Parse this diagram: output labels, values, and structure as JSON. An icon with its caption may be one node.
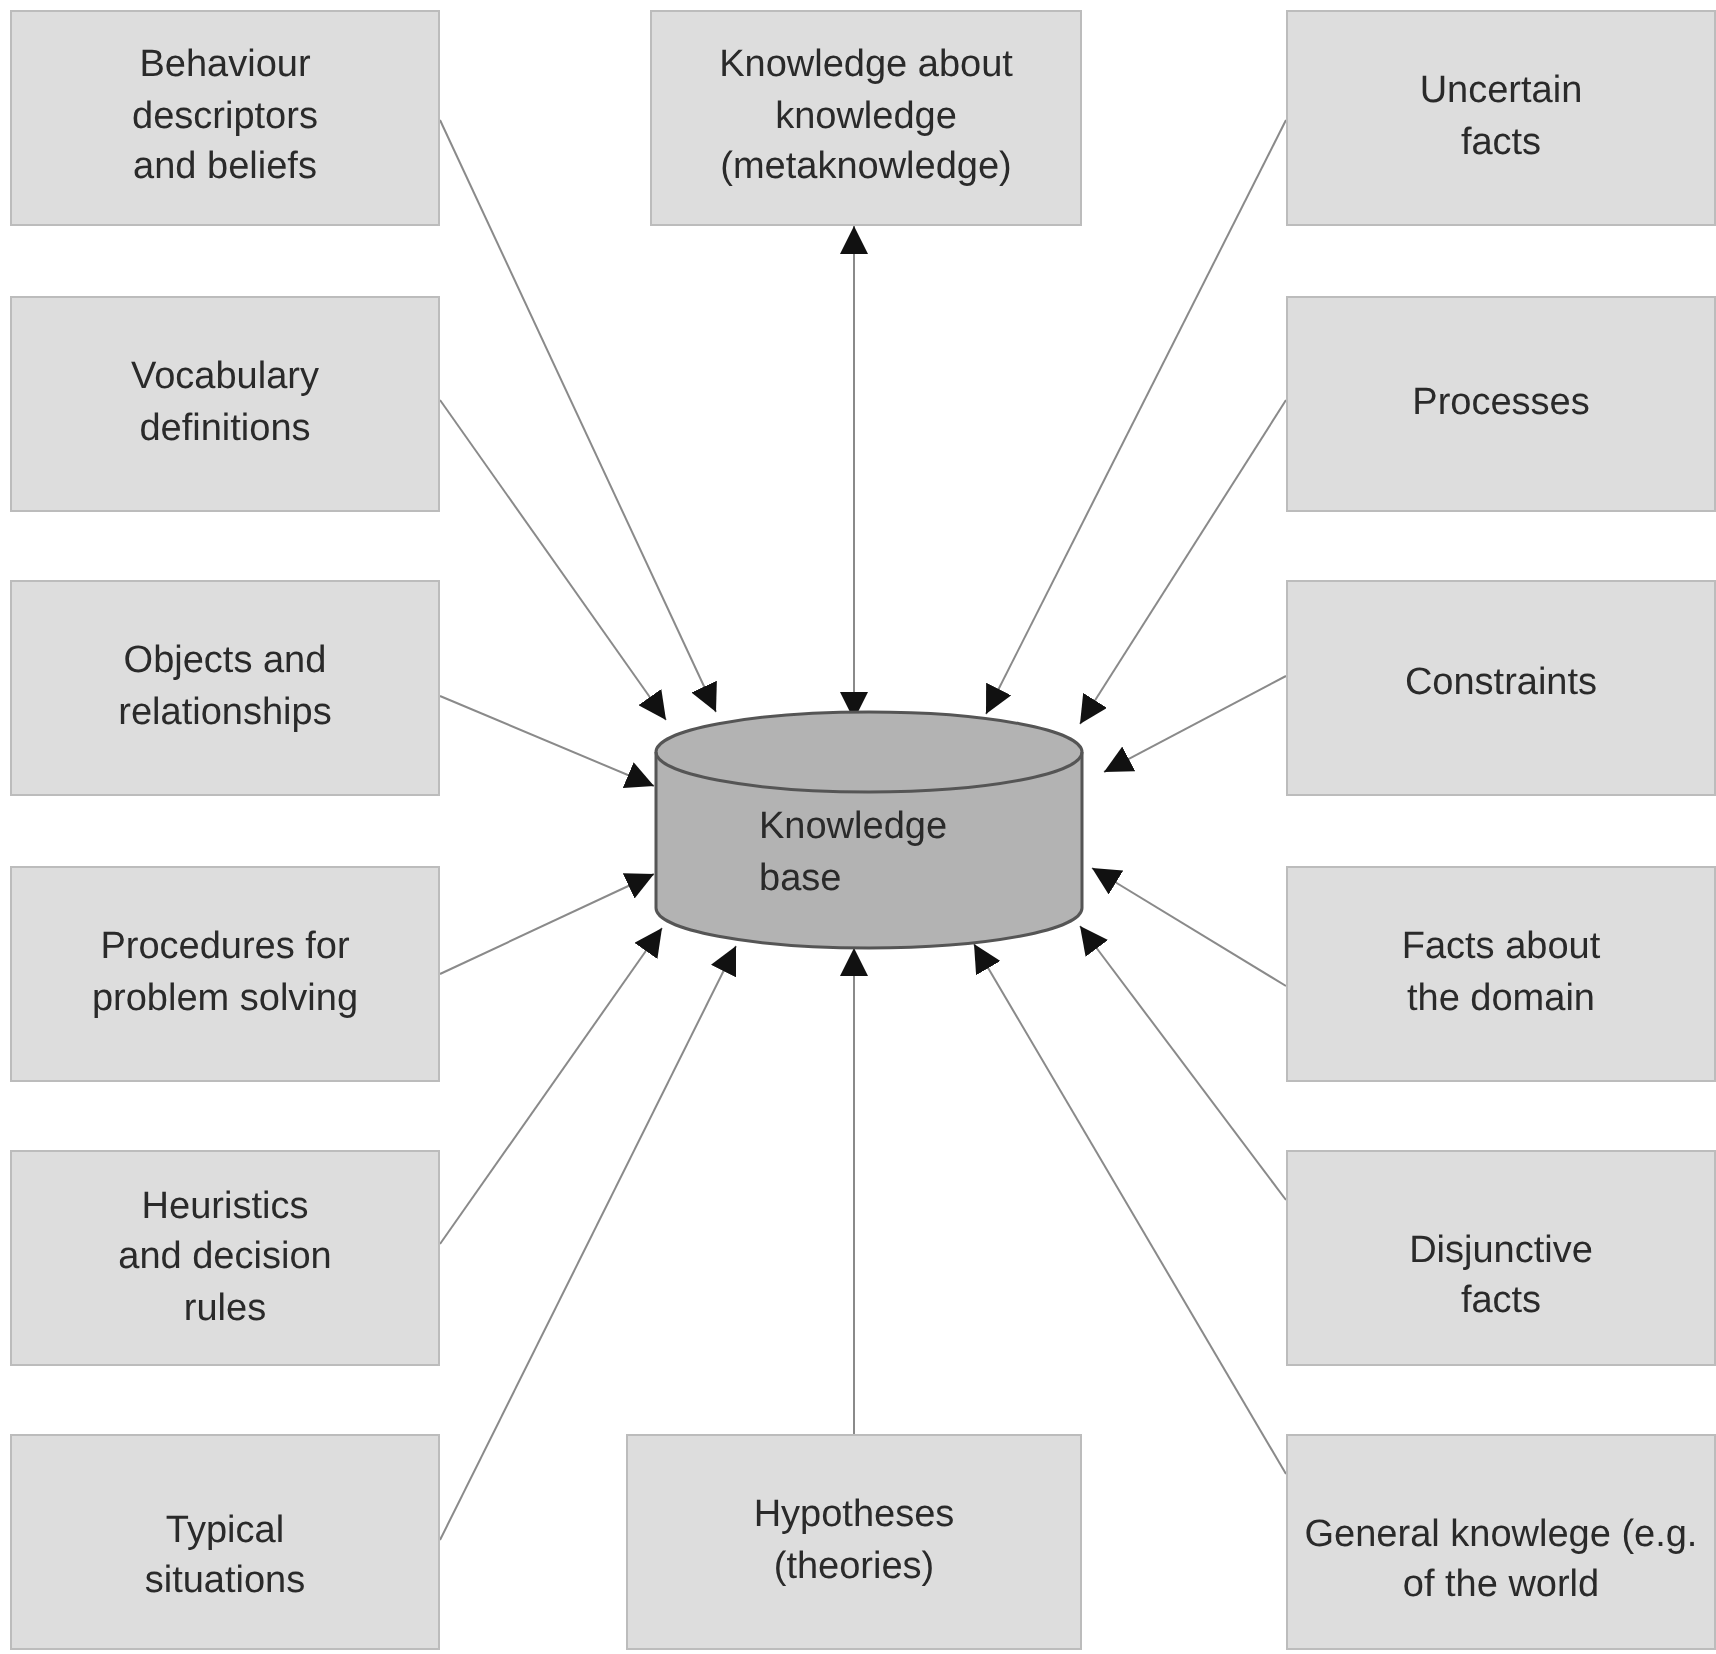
{
  "diagram": {
    "nodes": [
      {
        "text": [
          "Behaviour descriptors and beliefs"
        ]
      },
      {
        "text": [
          "Knowledge about knowledge (metaknowledge)"
        ]
      },
      {
        "text": [
          "Uncertain facts"
        ]
      },
      {
        "text": [
          "Vocabulary definitions"
        ]
      },
      {
        "text": [
          "Processes"
        ]
      },
      {
        "text": [
          "Objects and relationships"
        ]
      },
      {
        "text": [
          "Knowledge base"
        ]
      },
      {
        "text": [
          "Constraints"
        ]
      },
      {
        "text": [
          "Procedures for problem solving"
        ]
      },
      {
        "text": [
          "Facts about the domain"
        ]
      },
      {
        "text": [
          "Heuristics and decision rules"
        ]
      },
      {
        "text": [
          "Disjunctive facts"
        ]
      },
      {
        "text": [
          "Typical situations"
        ]
      },
      {
        "text": [
          "Hypotheses (theories)"
        ]
      },
      {
        "text": [
          "General knowlege (e.g. of the world"
        ]
      }
    ],
    "edges": [
      {
        "from": 0,
        "to": 6,
        "arrow": "to"
      },
      {
        "from": 1,
        "to": 6,
        "arrow": "both"
      },
      {
        "from": 2,
        "to": 6,
        "arrow": "to"
      },
      {
        "from": 3,
        "to": 6,
        "arrow": "to"
      },
      {
        "from": 4,
        "to": 6,
        "arrow": "to"
      },
      {
        "from": 5,
        "to": 6,
        "arrow": "to"
      },
      {
        "from": 7,
        "to": 6,
        "arrow": "to"
      },
      {
        "from": 8,
        "to": 6,
        "arrow": "to"
      },
      {
        "from": 9,
        "to": 6,
        "arrow": "to"
      },
      {
        "from": 10,
        "to": 6,
        "arrow": "to"
      },
      {
        "from": 11,
        "to": 6,
        "arrow": "to"
      },
      {
        "from": 12,
        "to": 6,
        "arrow": "to"
      },
      {
        "from": 13,
        "to": 6,
        "arrow": "to"
      },
      {
        "from": 14,
        "to": 6,
        "arrow": "to"
      }
    ]
  }
}
